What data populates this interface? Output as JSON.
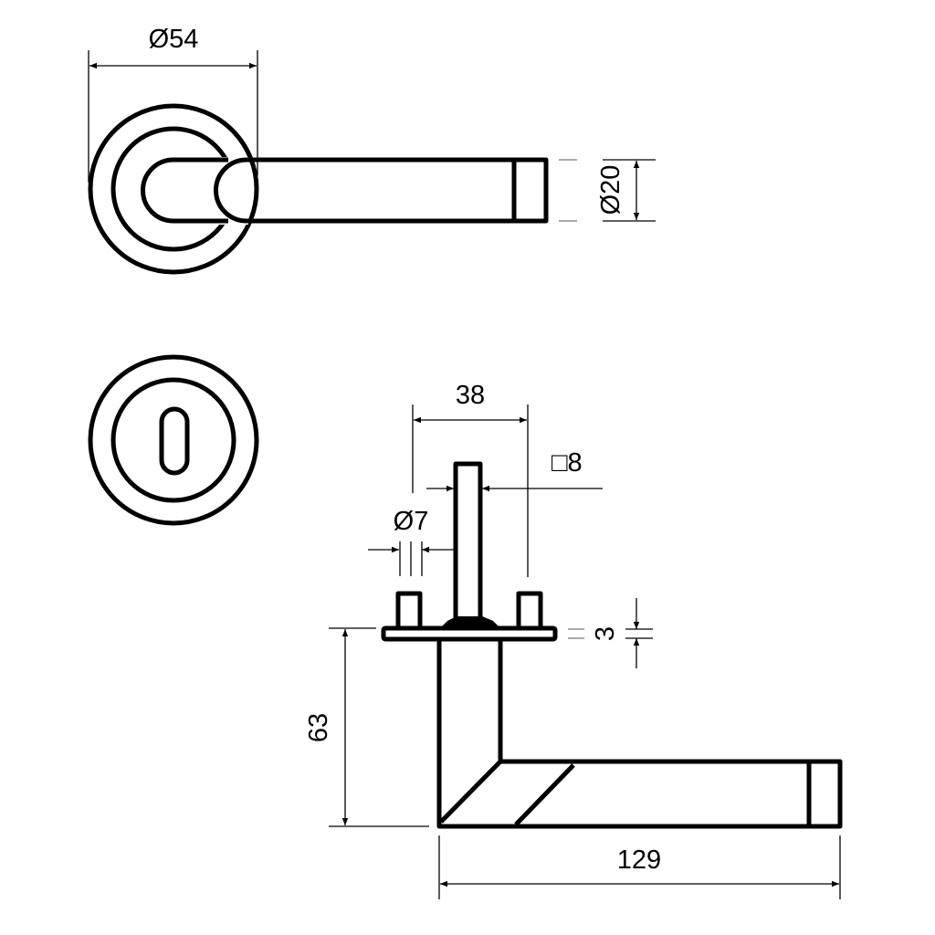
{
  "drawing": {
    "title": "Door lever handle on round rose with keyhole escutcheon",
    "dimensions": {
      "rose_diameter": "Ø54",
      "lever_diameter": "Ø20",
      "pin_spacing": "38",
      "spindle_square": "□8",
      "pin_diameter": "Ø7",
      "rose_thickness": "3",
      "lever_height": "63",
      "lever_length": "129"
    },
    "colors": {
      "line": "#000000",
      "background": "#ffffff"
    }
  }
}
